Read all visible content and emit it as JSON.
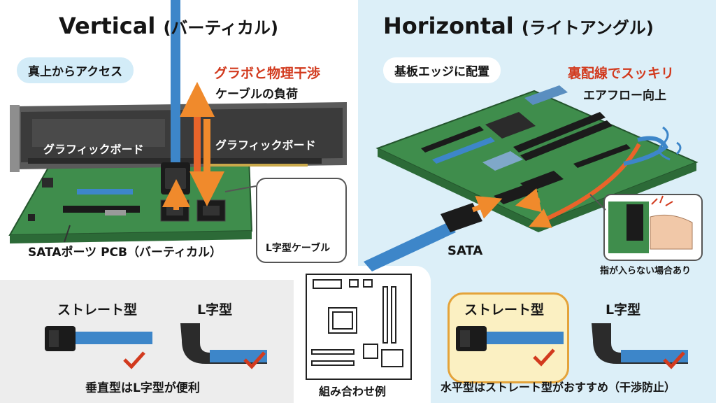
{
  "left_panel": {
    "title_main": "Vertical",
    "title_sub": "(バーティカル)",
    "badge": "真上からアクセス",
    "warning_red": "グラボと物理干渉",
    "warning_black": "ケーブルの負荷",
    "gpu_label_1": "グラフィックボード",
    "gpu_label_2": "グラフィックボード",
    "pcb_caption": "SATAポーツ PCB（バーティカル）",
    "callout_caption": "L字型ケーブル"
  },
  "right_panel": {
    "title_main": "Horizontal",
    "title_sub": "(ライトアングル)",
    "badge": "基板エッジに配置",
    "benefit_red": "裏配線でスッキリ",
    "benefit_black": "エアフロー向上",
    "sata_label": "SATA",
    "finger_caption": "指が入らない場合あり"
  },
  "bottom_left": {
    "straight_label": "ストレート型",
    "l_label": "L字型",
    "caption": "垂直型はL字型が便利"
  },
  "bottom_center": {
    "caption": "組み合わせ例"
  },
  "bottom_right": {
    "straight_label": "ストレート型",
    "l_label": "L字型",
    "caption": "水平型はストレート型がおすすめ（干渉防止）"
  },
  "colors": {
    "cable_blue": "#3d86c9",
    "pcb_green": "#3f8d4c",
    "warning_red": "#d23a1e",
    "arrow_orange": "#f08a2c",
    "highlight_gold": "#e4a33a"
  }
}
